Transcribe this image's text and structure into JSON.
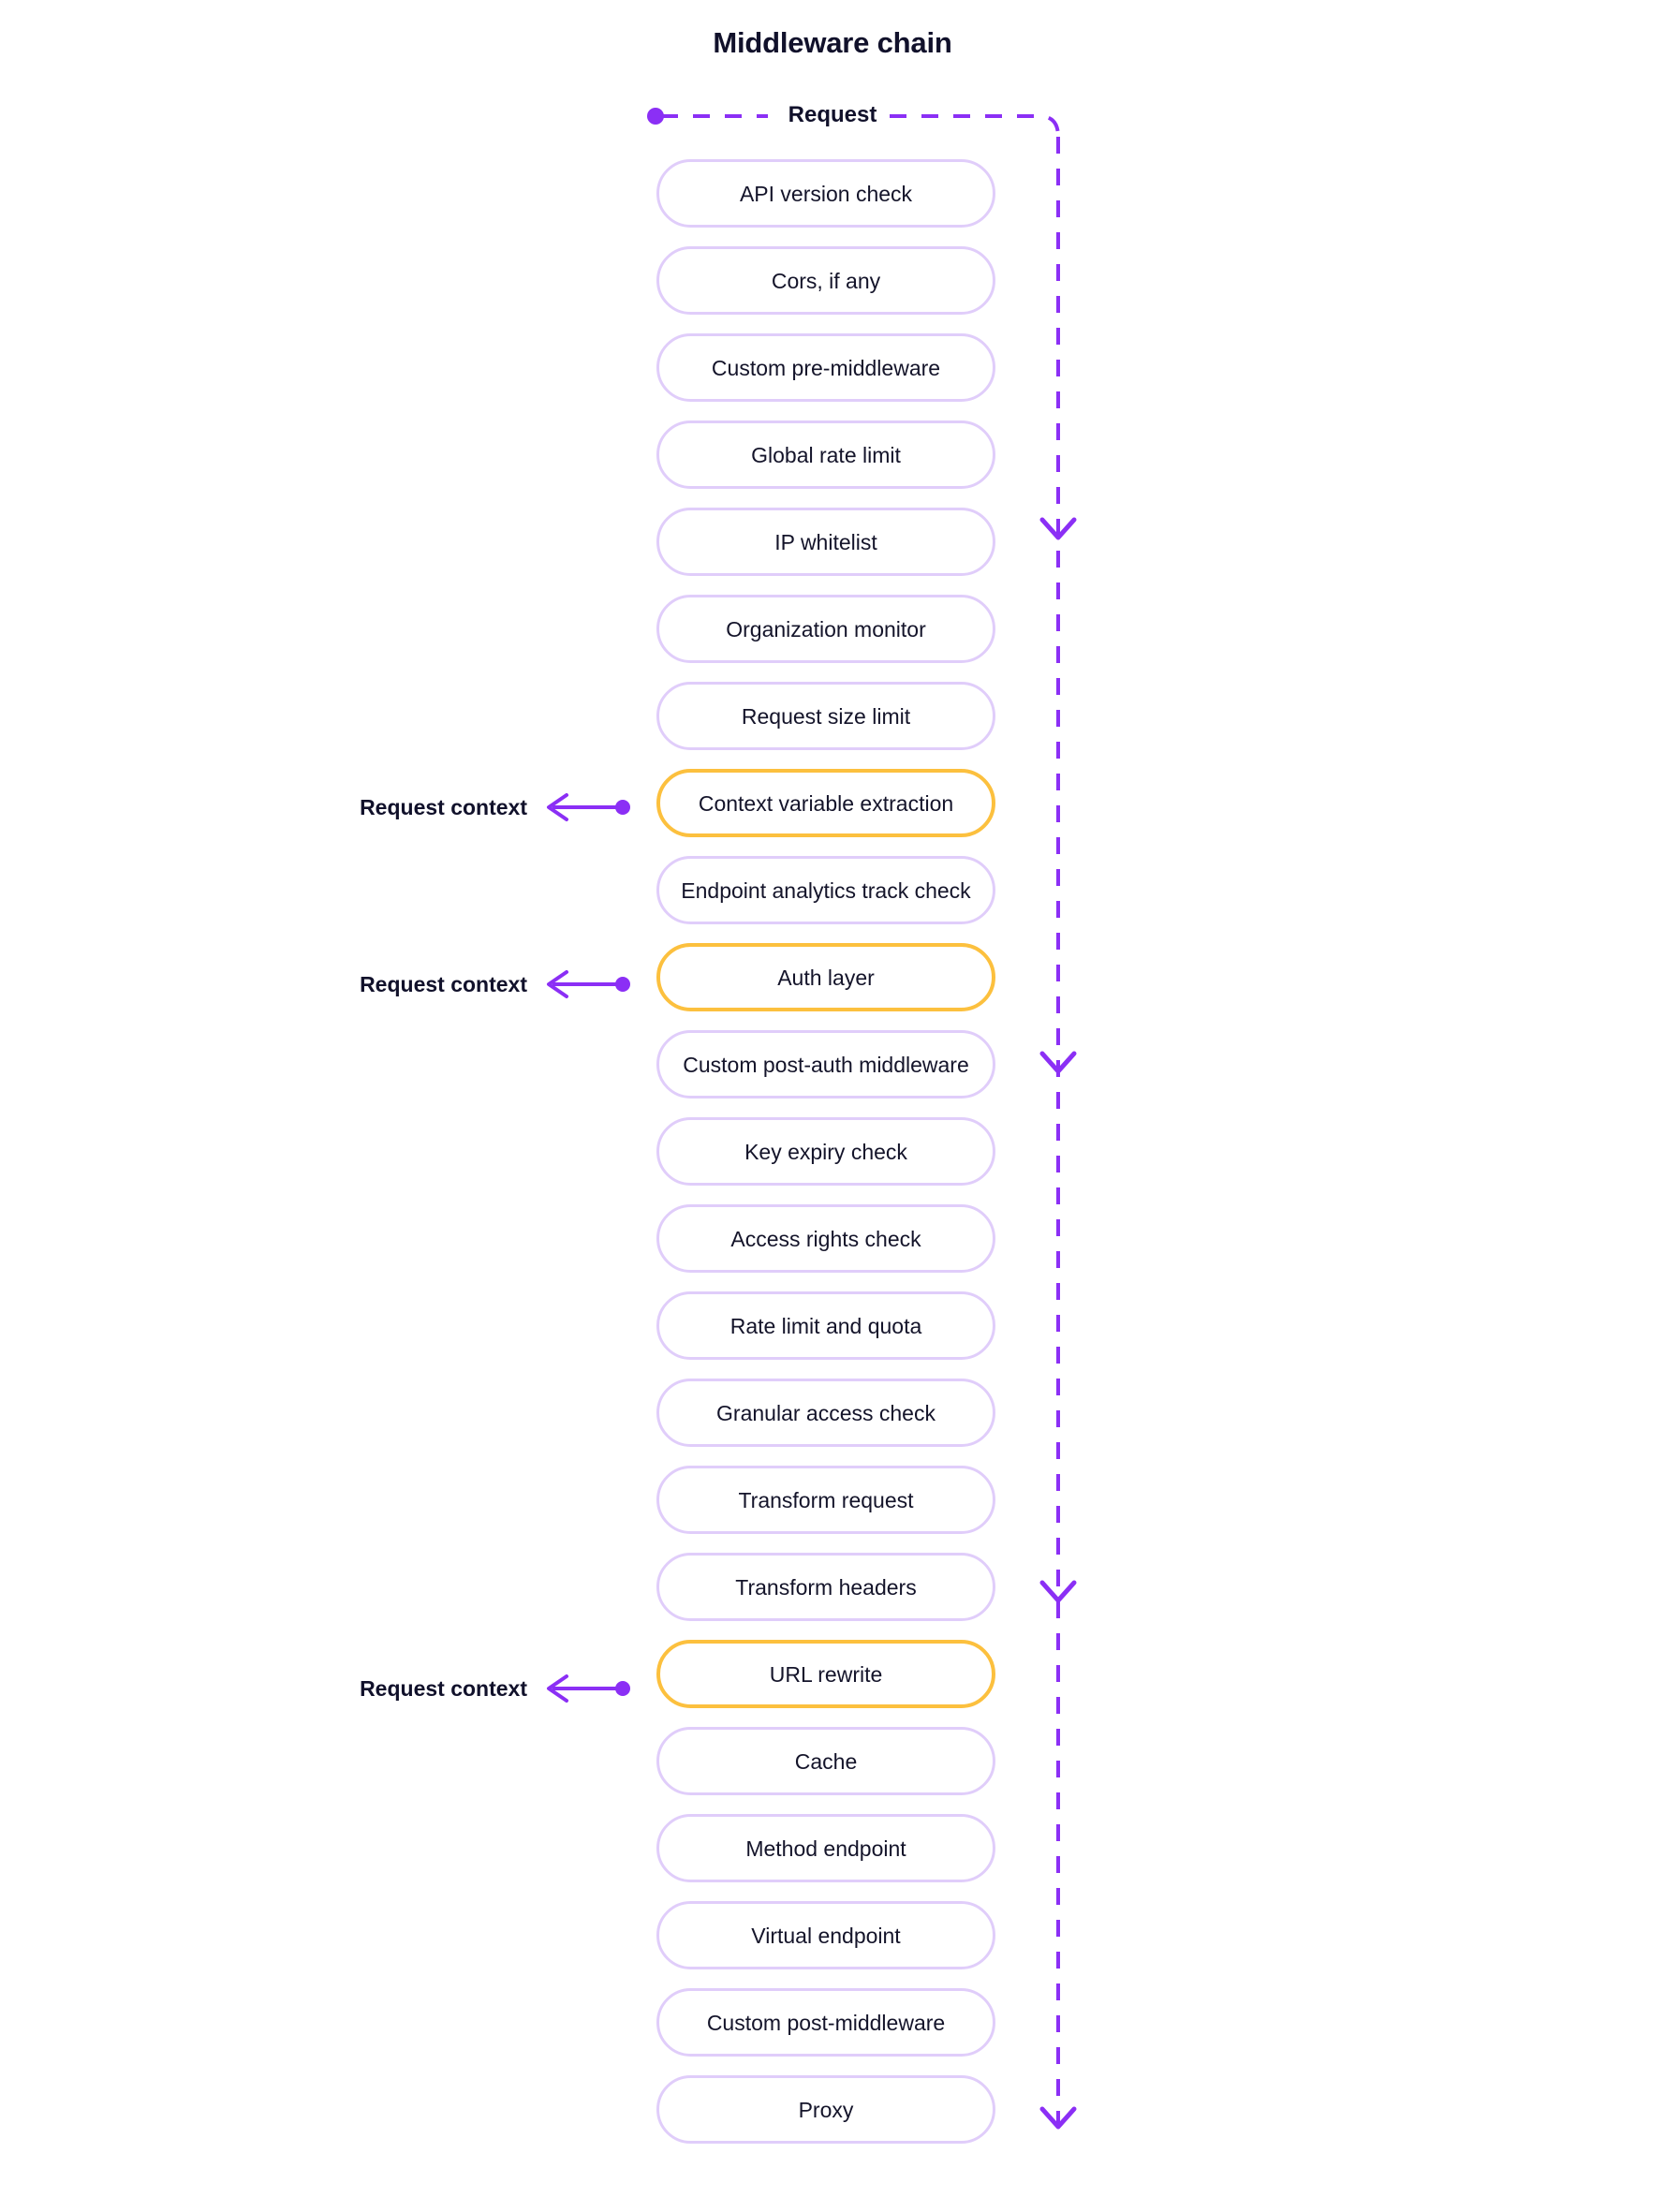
{
  "title": "Middleware chain",
  "entry": {
    "label": "Request",
    "dot_icon": "start-dot-icon",
    "line_style": "dashed",
    "color": "#8b2ff5"
  },
  "colors": {
    "purple": "#8b2ff5",
    "lavender_border": "#e0cdfa",
    "highlight_border": "#fcc03e",
    "text": "#14142a",
    "title": "#11112b",
    "background": "#ffffff"
  },
  "flow": {
    "direction": "top-to-bottom",
    "arrowheads": 4,
    "return_path_label": "Request"
  },
  "stack": {
    "items": [
      {
        "label": "API version check",
        "highlighted": false
      },
      {
        "label": "Cors, if any",
        "highlighted": false
      },
      {
        "label": "Custom pre-middleware",
        "highlighted": false
      },
      {
        "label": "Global rate limit",
        "highlighted": false
      },
      {
        "label": "IP whitelist",
        "highlighted": false
      },
      {
        "label": "Organization monitor",
        "highlighted": false
      },
      {
        "label": "Request size limit",
        "highlighted": false
      },
      {
        "label": "Context variable extraction",
        "highlighted": true
      },
      {
        "label": "Endpoint analytics track check",
        "highlighted": false
      },
      {
        "label": "Auth layer",
        "highlighted": true
      },
      {
        "label": "Custom post-auth middleware",
        "highlighted": false
      },
      {
        "label": "Key expiry check",
        "highlighted": false
      },
      {
        "label": "Access rights check",
        "highlighted": false
      },
      {
        "label": "Rate limit and quota",
        "highlighted": false
      },
      {
        "label": "Granular access check",
        "highlighted": false
      },
      {
        "label": "Transform request",
        "highlighted": false
      },
      {
        "label": "Transform headers",
        "highlighted": false
      },
      {
        "label": "URL rewrite",
        "highlighted": true
      },
      {
        "label": "Cache",
        "highlighted": false
      },
      {
        "label": "Method endpoint",
        "highlighted": false
      },
      {
        "label": "Virtual endpoint",
        "highlighted": false
      },
      {
        "label": "Custom post-middleware",
        "highlighted": false
      },
      {
        "label": "Proxy",
        "highlighted": false
      }
    ]
  },
  "context_notes": [
    {
      "label": "Request context",
      "target_index": 7
    },
    {
      "label": "Request context",
      "target_index": 9
    },
    {
      "label": "Request context",
      "target_index": 17
    }
  ]
}
